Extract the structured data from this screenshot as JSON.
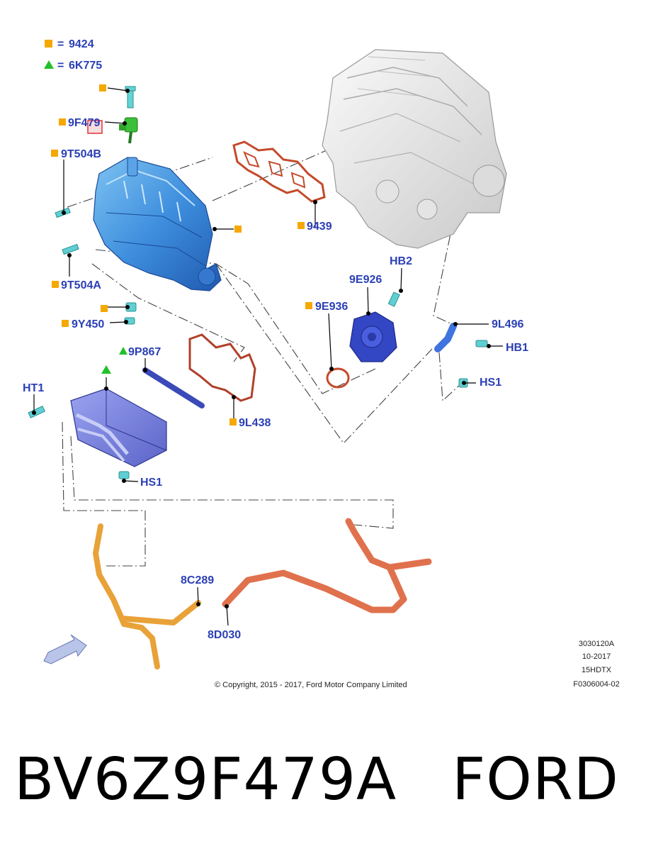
{
  "legend": {
    "square_code": "9424",
    "triangle_code": "6K775",
    "square_color": "#f5a800",
    "triangle_color": "#22c02a",
    "label_color": "#2b3fb5"
  },
  "parts": {
    "p_9F479": "9F479",
    "p_9T504B": "9T504B",
    "p_9T504A": "9T504A",
    "p_9Y450": "9Y450",
    "p_9439": "9439",
    "p_9E926": "9E926",
    "p_HB2": "HB2",
    "p_9E936": "9E936",
    "p_9L496": "9L496",
    "p_HB1": "HB1",
    "p_HS1_right": "HS1",
    "p_9P867": "9P867",
    "p_HT1": "HT1",
    "p_9L438": "9L438",
    "p_HS1_left": "HS1",
    "p_8C289": "8C289",
    "p_8D030": "8D030"
  },
  "info_block": {
    "ref": "3030120A",
    "date": "10-2017",
    "model": "15HDTX",
    "doc": "F0306004-02"
  },
  "copyright": "© Copyright, 2015 - 2017, Ford Motor Company Limited",
  "caption": {
    "part_number": "BV6Z9F479A",
    "brand": "FORD"
  }
}
